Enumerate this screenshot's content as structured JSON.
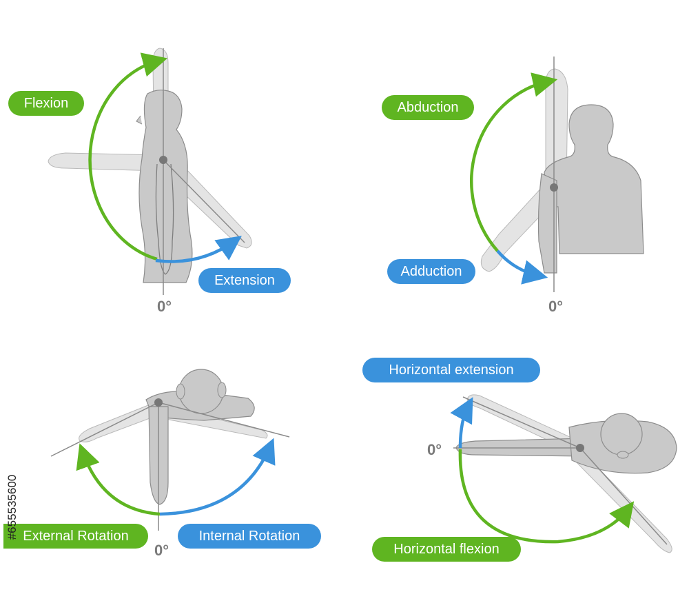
{
  "panels": {
    "sagittal": {
      "labels": {
        "flexion": "Flexion",
        "extension": "Extension"
      },
      "zero": "0°"
    },
    "frontal": {
      "labels": {
        "abduction": "Abduction",
        "adduction": "Adduction"
      },
      "zero": "0°"
    },
    "rotation": {
      "labels": {
        "external": "External Rotation",
        "internal": "Internal Rotation"
      },
      "zero": "0°"
    },
    "horizontal": {
      "labels": {
        "extension": "Horizontal extension",
        "flexion": "Horizontal flexion"
      },
      "zero": "0°"
    }
  },
  "stock_id": "#655535600",
  "colors": {
    "green": "#5fb521",
    "blue": "#3a92dc",
    "body": "#c9c9c9",
    "arm": "#e2e2e2",
    "outline": "#8c8c8c"
  }
}
